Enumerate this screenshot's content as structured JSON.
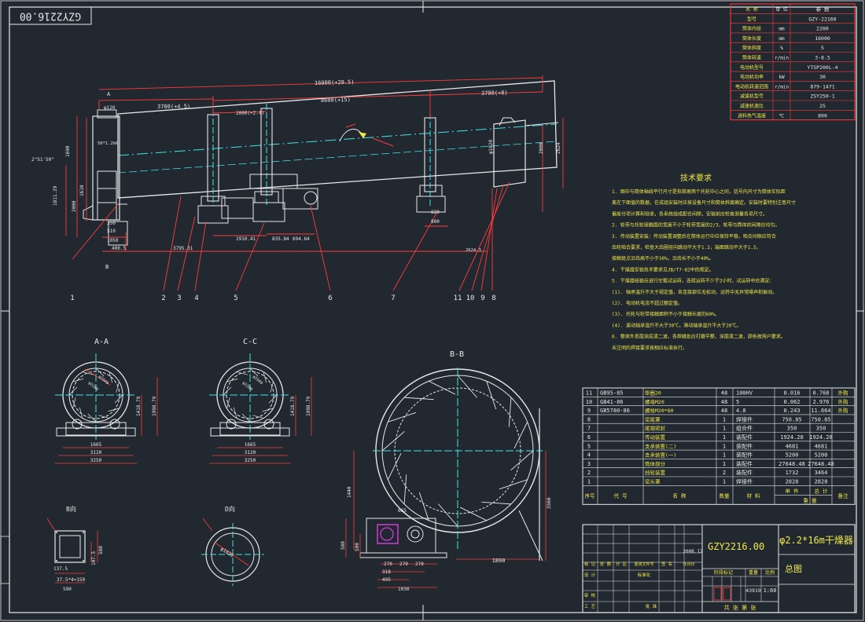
{
  "drawing": {
    "stamp_top": "GZY2216.00",
    "drawing_number": "GZY2216.00",
    "title_main": "φ2.2*16m干燥器",
    "title_sub": "总图",
    "date": "2008.12",
    "scale_value": "1:60",
    "scale_label": "比例",
    "weight_label": "重量",
    "weight_value": "43919",
    "stage_label": "阶段标记",
    "sheets_label": "共 张  第 张"
  },
  "specs": [
    {
      "name": "名 称",
      "unit": "单 位",
      "value": "参 数"
    },
    {
      "name": "型号",
      "unit": "",
      "value": "GZY-22160"
    },
    {
      "name": "筒体内径",
      "unit": "mm",
      "value": "2200"
    },
    {
      "name": "筒体长度",
      "unit": "mm",
      "value": "16000"
    },
    {
      "name": "筒体斜度",
      "unit": "%",
      "value": "5"
    },
    {
      "name": "筒体转速",
      "unit": "r/min",
      "value": "3-8.5"
    },
    {
      "name": "电动机型号",
      "unit": "",
      "value": "YTSP200L-4"
    },
    {
      "name": "电动机功率",
      "unit": "kW",
      "value": "30"
    },
    {
      "name": "电动机转速范围",
      "unit": "r/min",
      "value": "879-1471"
    },
    {
      "name": "减速机型号",
      "unit": "",
      "value": "ZSY250-1"
    },
    {
      "name": "减速机速比",
      "unit": "",
      "value": "25"
    },
    {
      "name": "进料热气温度",
      "unit": "℃",
      "value": "800"
    }
  ],
  "tech": {
    "heading": "技术要求",
    "items": [
      "1. 图中与筒体轴线平行尺寸是指首尾两个托轮中心之间，括号内尺寸为筒体实际距",
      "   离在下面值的数据，在成组安装时应按设备尺寸和筒体斜度确定。安装时要特别注意尺寸",
      "   偏差分项计算和验收，各系统组成配合间隙，安装前应检查测量各项尺寸。",
      "2. 轮带与托轮接触面的宽度不小于轮带宽度的2/3，轮带与筒体的间隙应均匀。",
      "3. 传动装置安装：传动装置调整后在筒体运行中应保持平稳，啮合间隙应符合",
      "   齿轮啮合要求，检查大齿圈径向跳动不大于1.2，端面跳动不大于1.5，",
      "   接触斑点沿齿高不小于30%，沿齿长不小于40%。",
      "4. 干燥器安装技术要求见JB/T7-82中的规定。",
      "5. 干燥器组装后进行空载试运转，连续运转不少于2小时，试运转中应满足：",
      "   (1). 轴承温升不大于规定值，各连接部位无松动，运转中无异常噪声和振动。",
      "   (2). 电动机电流不超过额定值。",
      "   (3). 托轮与轮带接触面积不小于接触长度的60%。",
      "   (4). 滚动轴承温升不大于30℃，滑动轴承温升不大于20℃。",
      "6. 整体外表面涂底漆二道，各焊缝处应打磨平整，涂面漆二道，颜色按用户要求。",
      "   未注明的焊接要求按相应标准执行。"
    ]
  },
  "parts": {
    "rows": [
      {
        "no": "11",
        "code": "GB95-85",
        "name": "垫圈20",
        "qty": "48",
        "material": "100HV",
        "unit_w": "0.016",
        "total_w": "0.768",
        "note": "外购"
      },
      {
        "no": "10",
        "code": "GB41-86",
        "name": "螺母M20",
        "qty": "48",
        "material": "5",
        "unit_w": "0.062",
        "total_w": "2.976",
        "note": "外购"
      },
      {
        "no": "9",
        "code": "GB5780-86",
        "name": "螺栓M20*80",
        "qty": "48",
        "material": "4.8",
        "unit_w": "0.243",
        "total_w": "11.664",
        "note": "外购"
      },
      {
        "no": "8",
        "code": "",
        "name": "窑尾罩",
        "qty": "1",
        "material": "焊接件",
        "unit_w": "750.85",
        "total_w": "750.85",
        "note": ""
      },
      {
        "no": "7",
        "code": "",
        "name": "尾端密封",
        "qty": "1",
        "material": "组合件",
        "unit_w": "350",
        "total_w": "350",
        "note": ""
      },
      {
        "no": "6",
        "code": "",
        "name": "传动装置",
        "qty": "1",
        "material": "装配件",
        "unit_w": "1924.28",
        "total_w": "1924.28",
        "note": ""
      },
      {
        "no": "5",
        "code": "",
        "name": "支承装置(二)",
        "qty": "1",
        "material": "装配件",
        "unit_w": "4681",
        "total_w": "4681",
        "note": ""
      },
      {
        "no": "4",
        "code": "",
        "name": "支承装置(一)",
        "qty": "1",
        "material": "装配件",
        "unit_w": "5200",
        "total_w": "5200",
        "note": ""
      },
      {
        "no": "3",
        "code": "",
        "name": "筒体部分",
        "qty": "1",
        "material": "装配件",
        "unit_w": "27648.48",
        "total_w": "27648.48",
        "note": ""
      },
      {
        "no": "2",
        "code": "",
        "name": "挡轮装置",
        "qty": "2",
        "material": "装配件",
        "unit_w": "1732",
        "total_w": "3464",
        "note": ""
      },
      {
        "no": "1",
        "code": "",
        "name": "窑头罩",
        "qty": "1",
        "material": "焊接件",
        "unit_w": "2828",
        "total_w": "2828",
        "note": ""
      }
    ],
    "header": {
      "no": "序号",
      "code": "代 号",
      "name": "名 称",
      "qty": "数量",
      "material": "材 料",
      "unit_w": "单 件",
      "total_w": "总 计",
      "weight": "重 量",
      "note": "备注"
    },
    "sign_labels": [
      "标 记",
      "处 数",
      "分 区",
      "更改文件号",
      "签 名",
      "年月日",
      "设 计",
      "标准化",
      "审 核",
      "工 艺",
      "批 准"
    ]
  },
  "views": {
    "aa": "A-A",
    "cc": "C-C",
    "bb": "B-B",
    "b_dir": "B向",
    "d_dir": "D向",
    "a_mark": "A",
    "b_mark": "B"
  },
  "dims": {
    "overall": "16000(+28.5)",
    "span_left": "3700(+4.5)",
    "span_mid": "8600(+15)",
    "span_right": "3700(+8)",
    "sub_left": "2000(+2.4)",
    "d_120": "φ120",
    "d_1020": "φ1020",
    "h_1690": "1690",
    "h_1811": "1811.29",
    "h_1610": "1610",
    "h_2000": "2000",
    "slope": "2°51'50\"",
    "flange": "50*1.2kN",
    "b_350": "350",
    "b_510": "510",
    "b_1050": "1050",
    "b_400": "400.5",
    "b_3795": "3795.31",
    "b_1910": "1910.41",
    "b_835": "835.84",
    "b_694": "694.64",
    "b_820": "820",
    "b_800": "800",
    "b_2624": "2624.3",
    "h_2624": "2624",
    "h_200": "2000",
    "aa_w1": "1665",
    "aa_w2": "3120",
    "aa_w3": "3250",
    "aa_h1": "1418.79",
    "aa_h2": "1998.79",
    "aa_d": "φ2200",
    "aa_d2": "φ2640",
    "bv_w": "590",
    "bv_w2": "37.5*4=150",
    "bv_h": "580",
    "bv_h2": "107.5",
    "bv_h3": "137.5",
    "dv_d": "φ1020",
    "bb_w": "1800",
    "bb_h1": "1440",
    "bb_h2": "580",
    "bb_h3": "500",
    "bb_r": "665",
    "bb_270": "270",
    "bb_270b": "270",
    "bb_270c": "270",
    "bb_318": "318",
    "bb_495": "495",
    "bb_1030": "1030",
    "bb_3560": "3560"
  },
  "callouts": [
    "1",
    "2",
    "3",
    "4",
    "5",
    "6",
    "7",
    "11",
    "10",
    "9",
    "8"
  ]
}
